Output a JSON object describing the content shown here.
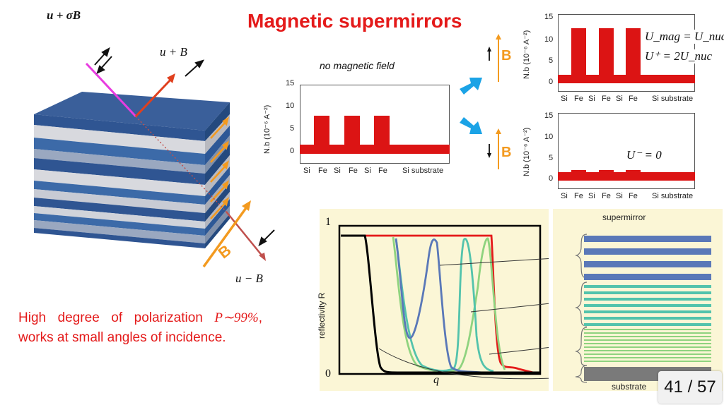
{
  "slide": {
    "title": "Magnetic supermirrors",
    "page_indicator": "41 / 57"
  },
  "left_diagram": {
    "incident_label": "u + σB",
    "reflected_label": "u + B",
    "transmitted_label": "u − B",
    "field_label": "B"
  },
  "caption": {
    "part1": "High degree of polarization ",
    "math": "P∼99%",
    "part2": ", works at small angles of incidence."
  },
  "no_field_plot": {
    "subtitle": "no magnetic field",
    "ylabel": "N.b (10⁻⁶ A⁻²)",
    "yticks": [
      "15",
      "10",
      "5",
      "0"
    ],
    "xticks": [
      "Si",
      "Fe",
      "Si",
      "Fe",
      "Si",
      "Fe",
      "Si substrate"
    ],
    "bar_color": "#dc1414"
  },
  "up_plot": {
    "field_label": "B",
    "ylabel": "N.b (10⁻⁶ A⁻²)",
    "yticks": [
      "15",
      "10",
      "5",
      "0"
    ],
    "xticks": [
      "Si",
      "Fe",
      "Si",
      "Fe",
      "Si",
      "Fe",
      "Si substrate"
    ],
    "eq1": "U_mag = U_nuc",
    "eq2": "U⁺ = 2U_nuc"
  },
  "down_plot": {
    "field_label": "B",
    "ylabel": "N.b (10⁻⁶ A⁻²)",
    "yticks": [
      "15",
      "10",
      "5",
      "0"
    ],
    "xticks": [
      "Si",
      "Fe",
      "Si",
      "Fe",
      "Si",
      "Fe",
      "Si substrate"
    ],
    "eq": "U⁻ = 0"
  },
  "reflectivity_plot": {
    "ylabel": "reflectivity R",
    "xlabel": "q",
    "y_top": "1",
    "y_bottom": "0"
  },
  "supermirror_panel": {
    "top_label": "supermirror",
    "bottom_label": "substrate"
  },
  "colors": {
    "accent_red": "#e41a1a",
    "orange": "#f39a1f",
    "cyan_arrow": "#1ba3e6",
    "blue_layer": "#5a78b8",
    "teal_layer": "#53c3ac",
    "green_layer": "#8fd37f",
    "panel_bg": "#fbf6d6"
  }
}
